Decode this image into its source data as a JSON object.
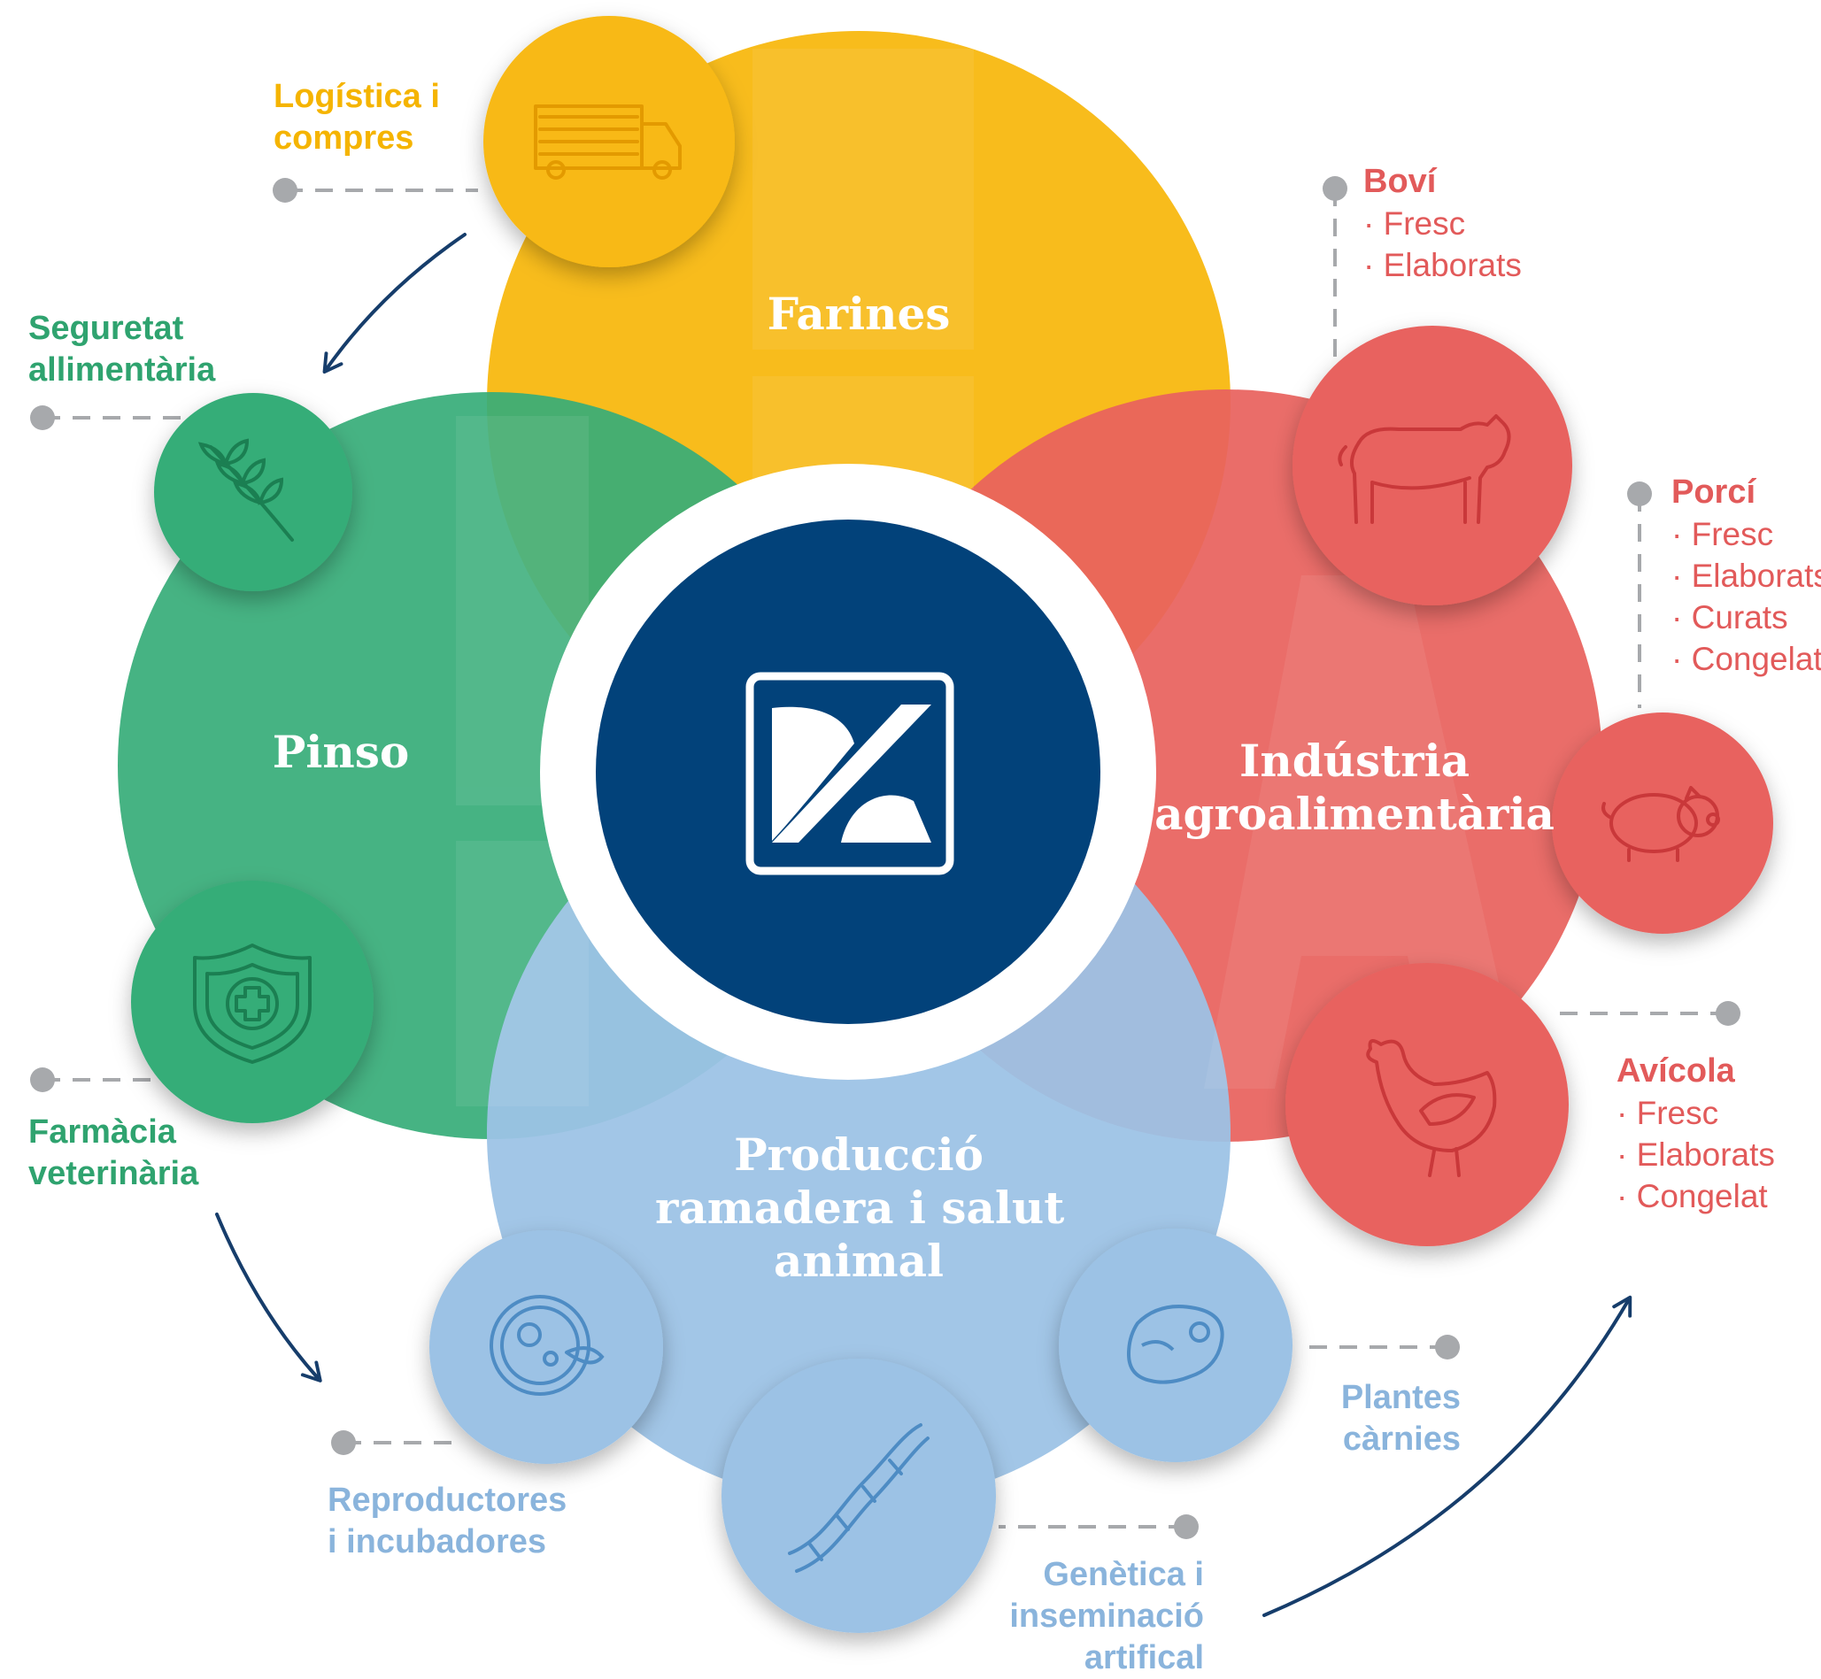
{
  "center_logo": {
    "icon": "kl-monogram-logo",
    "colors": {
      "navy": "#02427a",
      "white": "#ffffff"
    }
  },
  "sectors": {
    "farines": {
      "title": "Farines",
      "color": "#f8b913"
    },
    "pinso": {
      "title": "Pinso",
      "color": "#36ad78"
    },
    "industria": {
      "title_line1": "Indústria",
      "title_line2": "agroalimentària",
      "color": "#e8625e"
    },
    "produccio": {
      "title_line1": "Producció",
      "title_line2": "ramadera i salut",
      "title_line3": "animal",
      "color": "#9cc2e5"
    }
  },
  "nodes": {
    "logistica": {
      "label_line1": "Logística i",
      "label_line2": "compres",
      "icon": "truck-icon"
    },
    "seguretat": {
      "label_line1": "Seguretat",
      "label_line2": "allimentària",
      "icon": "wheat-icon"
    },
    "farmacia": {
      "label_line1": "Farmàcia",
      "label_line2": "veterinària",
      "icon": "shield-cross-icon"
    },
    "reproductores": {
      "label_line1": "Reproductores",
      "label_line2": "i incubadores",
      "icon": "egg-cell-icon"
    },
    "genetica": {
      "label_line1": "Genètica i",
      "label_line2": "inseminació",
      "label_line3": "artifical",
      "icon": "dna-icon"
    },
    "plantes": {
      "label_line1": "Plantes",
      "label_line2": "càrnies",
      "icon": "steak-icon"
    },
    "bovi": {
      "label": "Boví",
      "items": [
        "· Fresc",
        "· Elaborats"
      ],
      "icon": "cow-icon"
    },
    "porci": {
      "label": "Porcí",
      "items": [
        "· Fresc",
        "· Elaborats",
        "· Curats",
        "· Congelat"
      ],
      "icon": "pig-icon"
    },
    "avicola": {
      "label": "Avícola",
      "items": [
        "· Fresc",
        "· Elaborats",
        "· Congelat"
      ],
      "icon": "chicken-icon"
    }
  }
}
